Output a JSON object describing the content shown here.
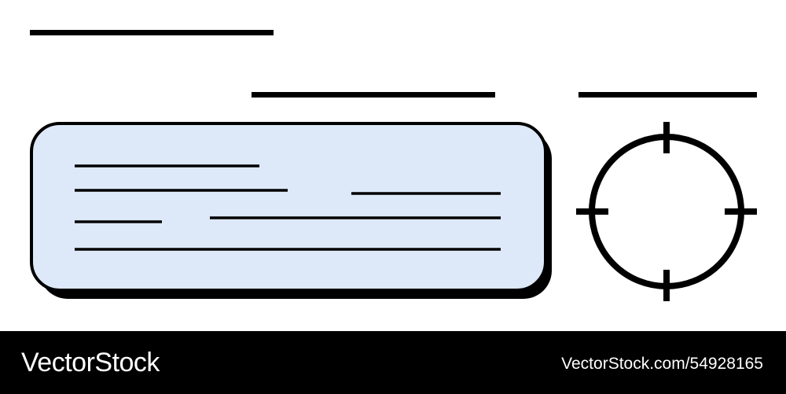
{
  "colors": {
    "background": "#ffffff",
    "ink": "#000000",
    "card_fill": "#dde8f8",
    "footer_background": "#000000",
    "footer_text": "#ffffff"
  },
  "illustration": {
    "card": {
      "text_lines": 6
    },
    "target_icon": "crosshair-icon"
  },
  "footer": {
    "brand": "VectorStock",
    "image_id": "VectorStock.com/54928165"
  }
}
